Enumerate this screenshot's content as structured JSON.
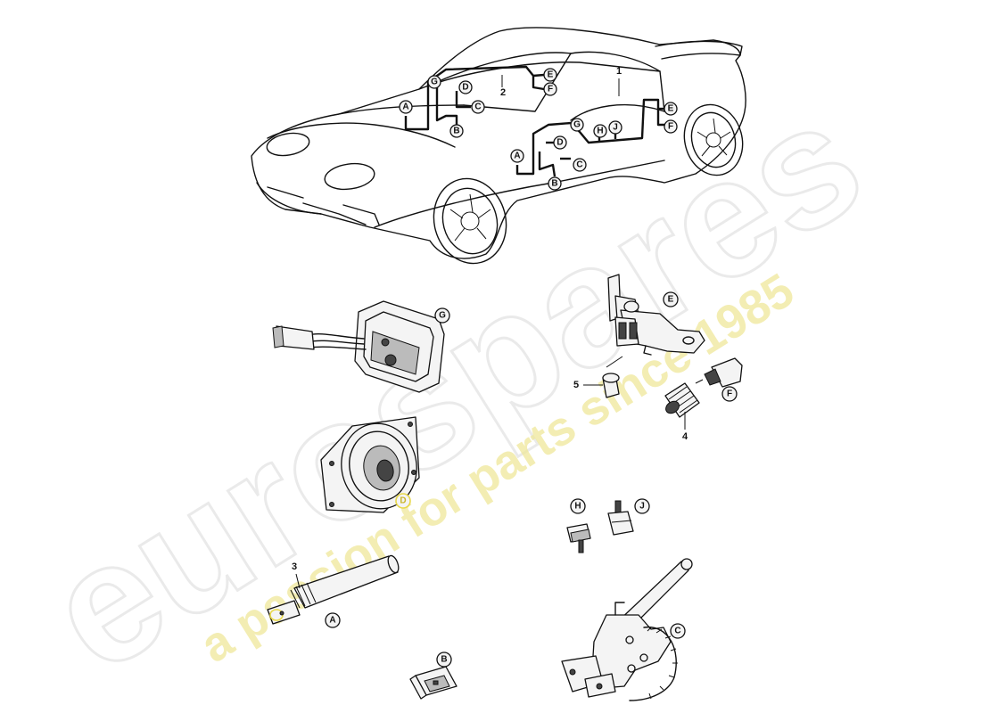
{
  "watermark": {
    "brand": "eurospares",
    "tagline": "a passion for parts since 1985"
  },
  "car_callouts": {
    "item_1": "1",
    "item_2": "2",
    "front_harness": [
      "A",
      "B",
      "C",
      "D",
      "G",
      "E",
      "F"
    ],
    "rear_harness": [
      "A",
      "B",
      "C",
      "D",
      "G",
      "H",
      "J",
      "E",
      "F"
    ]
  },
  "parts": {
    "g_label": "G",
    "e_label": "E",
    "f_label": "F",
    "d_label": "D",
    "h_label": "H",
    "j_label": "J",
    "a_label": "A",
    "b_label": "B",
    "c_label": "C",
    "item_3": "3",
    "item_4": "4",
    "item_5": "5"
  },
  "colors": {
    "line": "#111111",
    "watermark_grey": "#d9d9d9",
    "watermark_yellow": "#efe89a",
    "highlight": "#e8d84a"
  }
}
